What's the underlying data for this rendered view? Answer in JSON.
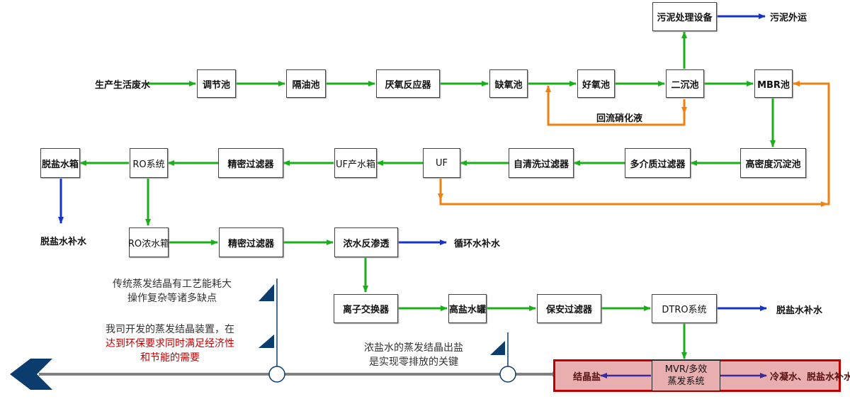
{
  "diagram": {
    "colors": {
      "main_flow": "#1aae1a",
      "output_flow": "#1533c8",
      "recycle_flow": "#f08010",
      "timeline": "#808080",
      "accent_blue": "#0a3d6e",
      "highlight_red": "#c00000",
      "highlight_fill": "#e8aeb0"
    },
    "row1": {
      "source": "生产生活废水",
      "boxes": [
        "调节池",
        "隔油池",
        "厌氧反应器",
        "缺氧池",
        "好氧池",
        "二沉池",
        "MBR池"
      ],
      "sludge_box": "污泥处理设备",
      "sludge_out": "污泥外运",
      "recycle_label": "回流硝化液"
    },
    "row2": {
      "boxes": [
        "脱盐水箱",
        "RO系统",
        "精密过滤器",
        "UF产水箱",
        "UF",
        "自清洗过滤器",
        "多介质过滤器",
        "高密度沉淀池"
      ],
      "desalt_out": "脱盐水补水"
    },
    "row3": {
      "boxes": [
        "RO浓水箱",
        "精密过滤器",
        "浓水反渗透"
      ],
      "out": "循环水补水"
    },
    "row4": {
      "boxes": [
        "离子交换器",
        "高盐水罐",
        "保安过滤器",
        "DTRO系统"
      ],
      "out": "脱盐水补水"
    },
    "evaporation": {
      "system_line1": "MVR/多效",
      "system_line2": "蒸发系统",
      "left_out": "结晶盐",
      "right_out": "冷凝水、脱盐水补水"
    },
    "notes": {
      "note1_line1": "传统蒸发结晶有工艺能耗大",
      "note1_line2": "操作复杂等诸多缺点",
      "note2_line1": "我司开发的蒸发结晶装置，在",
      "note2_line2": "达到环保要求同时满足经济性",
      "note2_line3": "和节能的需要",
      "note3_line1": "浓盐水的蒸发结晶出盐",
      "note3_line2": "是实现零排放的关键"
    }
  }
}
